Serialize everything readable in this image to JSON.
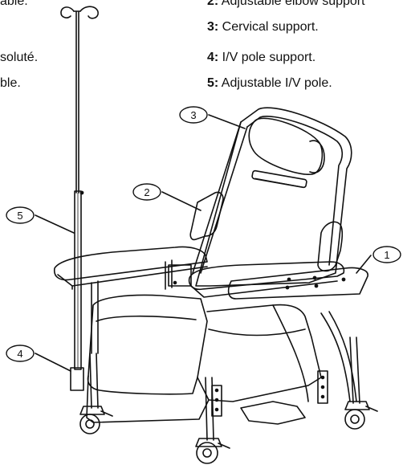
{
  "legend": {
    "left": {
      "line1": "able.",
      "line2": "soluté.",
      "line3": "ble."
    },
    "right": [
      {
        "num": "2:",
        "text": " Adjustable elbow support"
      },
      {
        "num": "3:",
        "text": " Cervical support."
      },
      {
        "num": "4:",
        "text": " I/V pole support."
      },
      {
        "num": "5:",
        "text": " Adjustable I/V pole."
      }
    ]
  },
  "callouts": [
    "1",
    "2",
    "3",
    "4",
    "5"
  ]
}
